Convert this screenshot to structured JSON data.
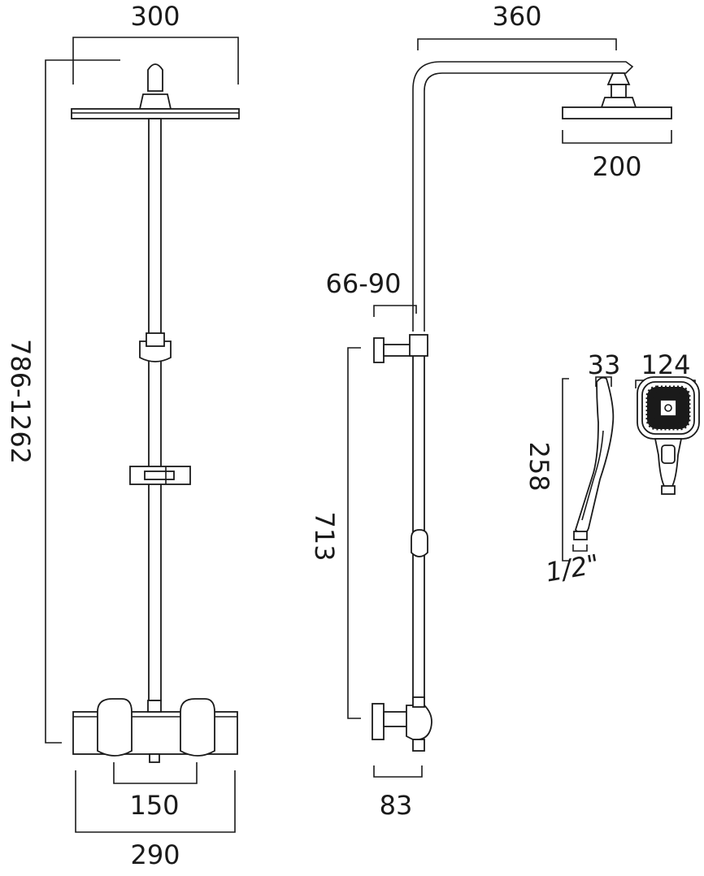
{
  "dimensions": {
    "shower_head_width": "300",
    "overall_height": "786-1262",
    "arm_projection": "360",
    "fixed_head_width": "200",
    "wall_distance": "66-90",
    "inlet_to_outlet": "713",
    "inlet_projection": "83",
    "handset_depth": "33",
    "handset_width": "124",
    "handset_length": "258",
    "handset_thread": "1/2\"",
    "valve_centres": "150",
    "valve_width": "290"
  }
}
